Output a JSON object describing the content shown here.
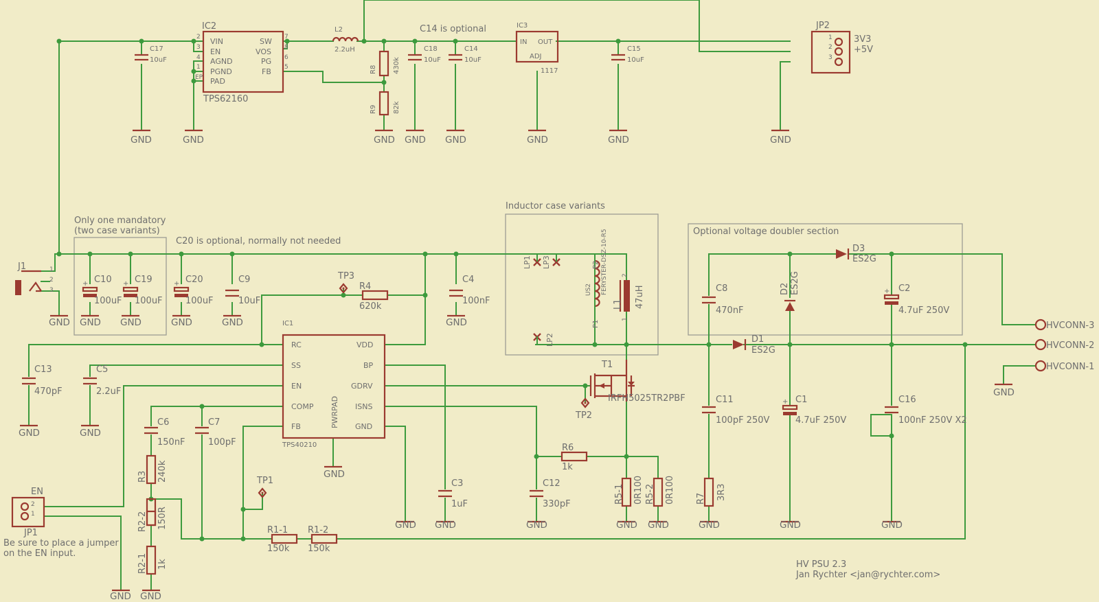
{
  "frames": {
    "mandatory": "Only one mandatory",
    "mandatory2": "(two case variants)",
    "c20": "C20 is optional, normally not needed",
    "inductor": "Inductor case variants",
    "doubler": "Optional voltage doubler section",
    "c14": "C14 is optional"
  },
  "gnd": "GND",
  "ic2": {
    "ref": "IC2",
    "name": "TPS62160",
    "p_vin": "VIN",
    "p_en": "EN",
    "p_agnd": "AGND",
    "p_pgnd": "PGND",
    "p_pad": "PAD",
    "p_sw": "SW",
    "p_vos": "VOS",
    "p_pg": "PG",
    "p_fb": "FB",
    "n2": "2",
    "n3": "3",
    "n4": "4",
    "n1": "1",
    "nex": "EP",
    "n7": "7",
    "n8": "8",
    "n6": "6",
    "n5": "5"
  },
  "ic3": {
    "ref": "IC3",
    "p_in": "IN",
    "p_out": "OUT",
    "p_adj": "ADJ",
    "value": "1117"
  },
  "ic1": {
    "ref": "IC1",
    "name": "TPS40210",
    "pwrpad": "PWRPAD",
    "p_rc": "RC",
    "p_ss": "SS",
    "p_en": "EN",
    "p_comp": "COMP",
    "p_fb": "FB",
    "p_vdd": "VDD",
    "p_bp": "BP",
    "p_gdrv": "GDRV",
    "p_isns": "ISNS",
    "p_gnd": "GND"
  },
  "l2": {
    "ref": "L2",
    "value": "2.2uH"
  },
  "r8": {
    "ref": "R8",
    "value": "430k"
  },
  "r9": {
    "ref": "R9",
    "value": "82k"
  },
  "c17": {
    "ref": "C17",
    "value": "10uF"
  },
  "c18": {
    "ref": "C18",
    "value": "10uF"
  },
  "c14": {
    "ref": "C14",
    "value": "10uF"
  },
  "c15": {
    "ref": "C15",
    "value": "10uF"
  },
  "jp2": {
    "ref": "JP2",
    "l1": "3V3",
    "l2": "+5V",
    "n1": "1",
    "n2": "2",
    "n3": "3"
  },
  "j1": {
    "ref": "J1",
    "n1": "1",
    "n2": "2",
    "n3": "3"
  },
  "c10": {
    "ref": "C10",
    "value": "100uF"
  },
  "c19": {
    "ref": "C19",
    "value": "100uF"
  },
  "c20": {
    "ref": "C20",
    "value": "100uF"
  },
  "c9": {
    "ref": "C9",
    "value": "10uF"
  },
  "c4": {
    "ref": "C4",
    "value": "100nF"
  },
  "tp3": {
    "ref": "TP3"
  },
  "r4": {
    "ref": "R4",
    "value": "620k"
  },
  "lp": {
    "lp1": "LP1",
    "lp3": "LP3",
    "lp2": "LP2",
    "us2": "US2",
    "part": "FERYSTER-DSZ-10-R5",
    "p1": "P1",
    "p2": "P2",
    "l1": "L1",
    "l1v": "47uH",
    "n1": "1",
    "n2": "2"
  },
  "c13": {
    "ref": "C13",
    "value": "470pF"
  },
  "c5": {
    "ref": "C5",
    "value": "2.2uF"
  },
  "c6": {
    "ref": "C6",
    "value": "150nF"
  },
  "c7": {
    "ref": "C7",
    "value": "100pF"
  },
  "r3": {
    "ref": "R3",
    "value": "240k"
  },
  "r22": {
    "ref": "R2-2",
    "value": "150R"
  },
  "r21": {
    "ref": "R2-1",
    "value": "1k"
  },
  "tp1": {
    "ref": "TP1"
  },
  "tp2": {
    "ref": "TP2"
  },
  "r11": {
    "ref": "R1-1",
    "value": "150k"
  },
  "r12": {
    "ref": "R1-2",
    "value": "150k"
  },
  "c3": {
    "ref": "C3",
    "value": "1uF"
  },
  "c12": {
    "ref": "C12",
    "value": "330pF"
  },
  "r6": {
    "ref": "R6",
    "value": "1k"
  },
  "r51": {
    "ref": "R5-1",
    "value": "0R100"
  },
  "r52": {
    "ref": "R5-2",
    "value": "0R100"
  },
  "t1": {
    "ref": "T1",
    "value": "IRFH5025TR2PBF"
  },
  "c8": {
    "ref": "C8",
    "value": "470nF"
  },
  "c11": {
    "ref": "C11",
    "value": "100pF 250V"
  },
  "r7": {
    "ref": "R7",
    "value": "3R3"
  },
  "d2": {
    "ref": "D2",
    "value": "ES2G"
  },
  "c1": {
    "ref": "C1",
    "value": "4.7uF 250V"
  },
  "d1": {
    "ref": "D1",
    "value": "ES2G"
  },
  "d3": {
    "ref": "D3",
    "value": "ES2G"
  },
  "c2": {
    "ref": "C2",
    "value": "4.7uF 250V"
  },
  "c16": {
    "ref": "C16",
    "value": "100nF 250V X2"
  },
  "hv": {
    "h3": "HVCONN-3",
    "h2": "HVCONN-2",
    "h1": "HVCONN-1"
  },
  "en": {
    "ref": "EN",
    "jp": "JP1",
    "n1": "1",
    "n2": "2",
    "note1": "Be sure to place a jumper",
    "note2": "on the EN input."
  },
  "title": {
    "line1": "HV PSU 2.3",
    "line2": "Jan Rychter <jan@rychter.com>"
  }
}
